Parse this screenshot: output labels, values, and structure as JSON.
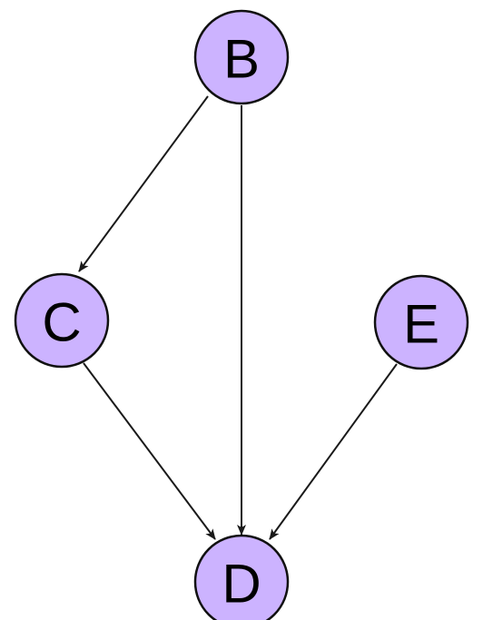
{
  "colors": {
    "node_fill": "#ccb3ff",
    "node_stroke": "#111111",
    "edge": "#1a1a1a",
    "background": "#ffffff"
  },
  "nodes": [
    {
      "id": "B",
      "label": "B"
    },
    {
      "id": "C",
      "label": "C"
    },
    {
      "id": "E",
      "label": "E"
    },
    {
      "id": "D",
      "label": "D"
    }
  ],
  "edges": [
    {
      "from": "B",
      "to": "C"
    },
    {
      "from": "B",
      "to": "D"
    },
    {
      "from": "C",
      "to": "D"
    },
    {
      "from": "E",
      "to": "D"
    }
  ]
}
